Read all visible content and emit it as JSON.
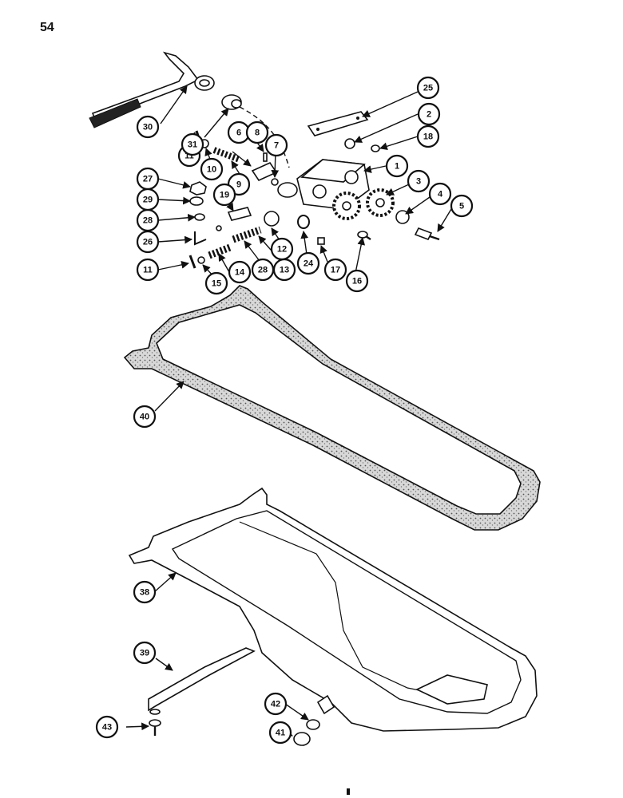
{
  "page": {
    "number": "54"
  },
  "callouts": [
    "1",
    "2",
    "3",
    "4",
    "5",
    "6",
    "7",
    "8",
    "9",
    "10",
    "11",
    "11",
    "12",
    "13",
    "14",
    "15",
    "16",
    "17",
    "18",
    "19",
    "24",
    "25",
    "26",
    "27",
    "28",
    "28",
    "29",
    "30",
    "31",
    "38",
    "39",
    "40",
    "41",
    "42",
    "43"
  ]
}
